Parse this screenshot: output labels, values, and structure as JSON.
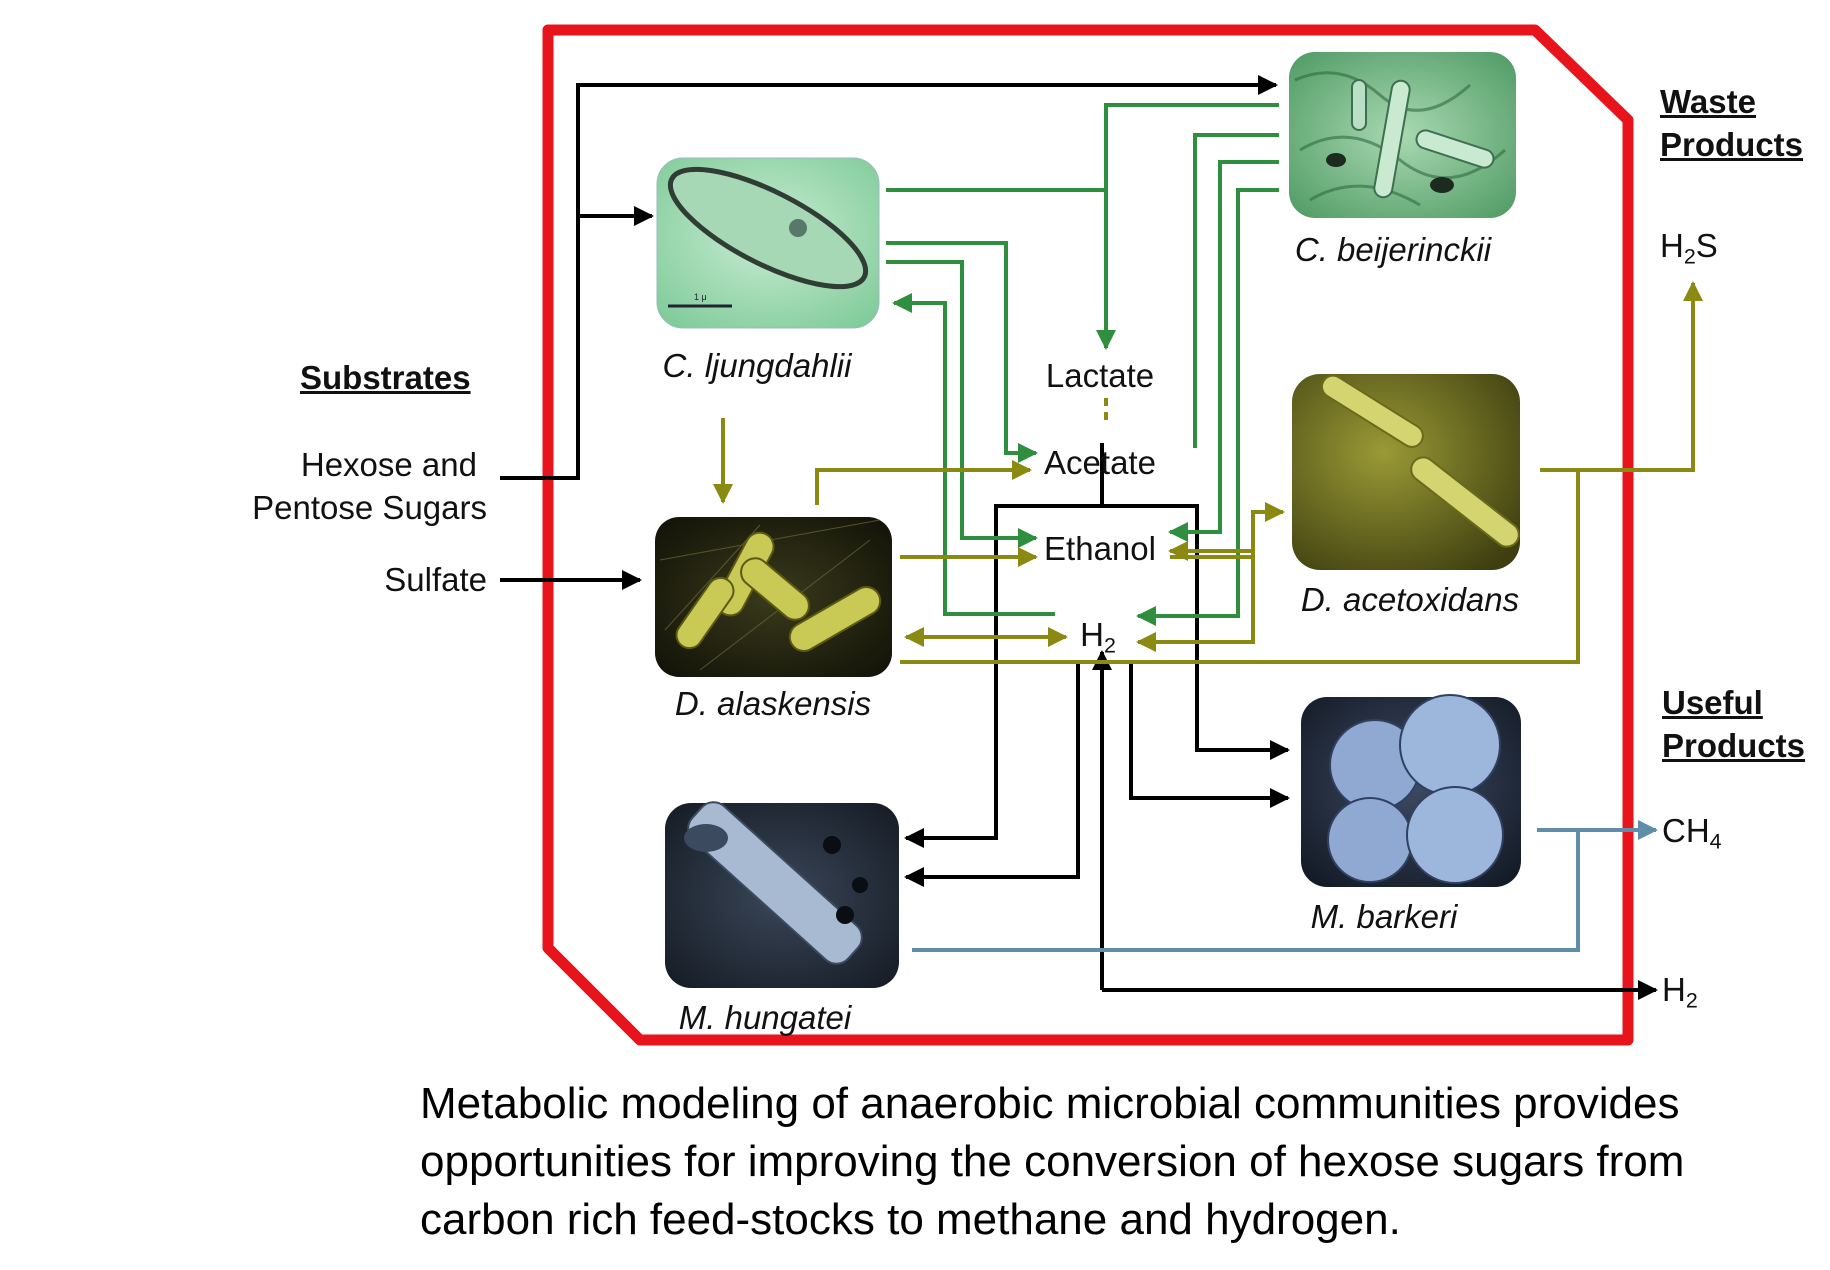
{
  "colors": {
    "frame": "#e8141b",
    "green": "#2f8f3f",
    "olive": "#8a8a12",
    "black": "#000000",
    "blue": "#5f8eaa"
  },
  "headings": {
    "substrates": "Substrates",
    "waste_products_line1": "Waste",
    "waste_products_line2": "Products",
    "useful_products_line1": "Useful",
    "useful_products_line2": "Products"
  },
  "substrates": {
    "sugars_line1": "Hexose and",
    "sugars_line2": "Pentose Sugars",
    "sulfate": "Sulfate"
  },
  "organisms": {
    "c_ljungdahlii": "C. ljungdahlii",
    "c_beijerinckii": "C. beijerinckii",
    "d_alaskensis": "D. alaskensis",
    "d_acetoxidans": "D. acetoxidans",
    "m_barkeri": "M. barkeri",
    "m_hungatei": "M. hungatei"
  },
  "metabolites": {
    "lactate": "Lactate",
    "acetate": "Acetate",
    "ethanol": "Ethanol",
    "h2_base": "H",
    "h2_sub": "2"
  },
  "products": {
    "h2s_a": "H",
    "h2s_sub": "2",
    "h2s_b": "S",
    "ch4_base": "CH",
    "ch4_sub": "4",
    "h2_base": "H",
    "h2_sub": "2"
  },
  "micrograph_scale_text": "1 μ",
  "caption": "Metabolic modeling of anaerobic microbial communities provides opportunities for improving the conversion of hexose sugars from carbon rich feed-stocks to methane and hydrogen."
}
